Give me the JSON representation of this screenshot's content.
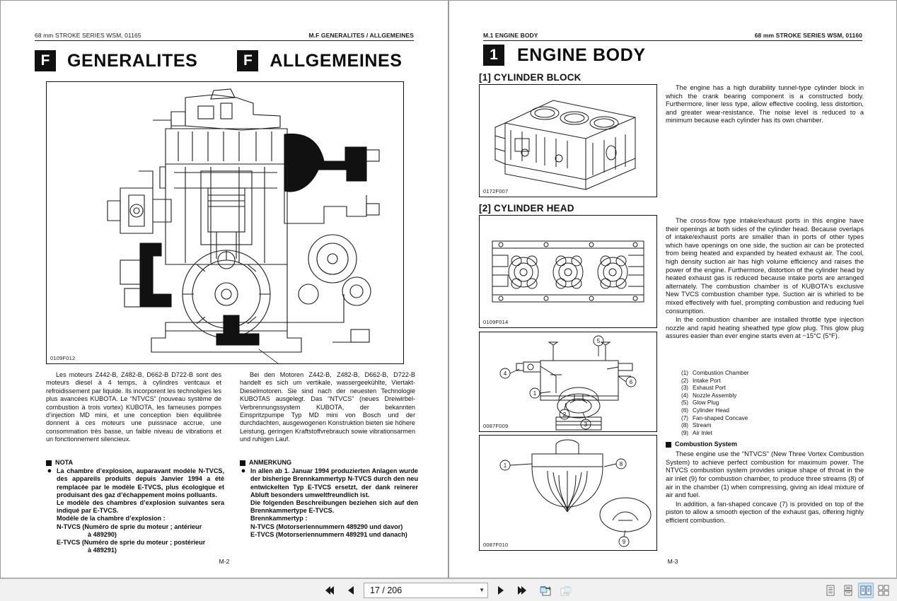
{
  "viewer": {
    "toolbar": {
      "first_page_button": "first-page",
      "prev_page_button": "previous-page",
      "next_page_button": "next-page",
      "last_page_button": "last-page",
      "page_indicator": "17 / 206",
      "page_placeholder": "17 / 206",
      "dropdown_caret": "▼",
      "bookmark_add_button": "add-bookmark",
      "bookmark_remove_button": "remove-bookmark",
      "view_modes": [
        {
          "name": "single-page-continuous",
          "selected": false
        },
        {
          "name": "single-page",
          "selected": false
        },
        {
          "name": "two-page",
          "selected": true
        },
        {
          "name": "two-page-continuous",
          "selected": false
        }
      ]
    }
  },
  "left_page": {
    "header_left": "68 mm STROKE SERIES  WSM, 01165",
    "header_right": "M.F  GENERALITES / ALLGEMEINES",
    "title_fr_badge": "F",
    "title_fr": "GENERALITES",
    "title_de_badge": "F",
    "title_de": "ALLGEMEINES",
    "figure_caption": "0109F012",
    "french": {
      "paragraph": "Les moteurs Z442-B, Z482-B, D662-B D722-B sont des moteurs diesel à 4 temps, à cylindres veritcaux et refroidissement par liquide. Ils incorporent les technoligies les plus avancées KUBOTA. Le “NTVCS” (nouveau système de combustion à trois vortex) KUBOTA, les fameuses pompes d’injection MD mini, et une conception bien équilibrée donnent à ces moteurs une puissnace accrue, une consommation très basse, un faible niveau de vibrations et un fonctionnement silencieux.",
      "note_heading": "NOTA",
      "note_bullet": "La chambre d’explosion, auparavant modèle N-TVCS, des appareils produits depuis Janvier 1994 a été remplacée par le modèle E-TVCS, plus écologique et produisant des gaz d’échappement moins polluants.",
      "note_line2": "Le modèle des chambres d’explosion suivantes sera indiqué par E-TVCS.",
      "note_line3": "Modèle de la chambre d’explosion :",
      "note_line4": "N-TVCS (Numéro de sprie du moteur ; antérieur",
      "note_line4b": "à 489290)",
      "note_line5": "E-TVCS (Numéro de sprie du moteur ; postérieur",
      "note_line5b": "à 489291)"
    },
    "german": {
      "paragraph": "Bei den Motoren Z442-B, Z482-B, D662-B, D722-B handelt es sich um vertikale, wassergeekühlte, Viertakt-Dieselmotoren.  Sie sind nach der neuesten Technologie KUBOTAS ausgelegt.  Das “NTVCS” (neues Dreiwirbel-Verbrennungssystem KUBOTA, der bekannten Einspritzpumpe Typ MD mini von Bosch und der durchdachten, ausgewogenen Konstruktion bieten sie höhere Leistung, geringen Kraftstoffvrebrauch sowie vibrationsarmen und ruhigen Lauf.",
      "note_heading": "ANMERKUNG",
      "note_bullet": "In allen ab 1. Januar 1994 produzierten Anlagen wurde der bisherige Brennkammertyp N-TVCS durch den neu entwickelten Typ E-TVCS ersetzt, der dank reinerer Abluft besonders umweltfreundlich ist.",
      "note_line2": "Die folgenden Beschreibungen beziehen sich auf den Brennkammertype E-TVCS.",
      "note_line3": "Brennkammertyp :",
      "note_line4": "N-TVCS (Motorseriennummern 489290 und davor)",
      "note_line5": "E-TVCS (Motorseriennummern 489291 und danach)"
    },
    "page_number": "M-2"
  },
  "right_page": {
    "header_left": "M.1  ENGINE BODY",
    "header_right": "68 mm STROKE SERIES  WSM, 01160",
    "title_badge": "1",
    "title": "ENGINE  BODY",
    "section1_heading": "[1] CYLINDER BLOCK",
    "section2_heading": "[2] CYLINDER HEAD",
    "figure1_caption": "0172F007",
    "figure2_caption": "0109F014",
    "figure3_caption": "0087F009",
    "figure4_caption": "0087F010",
    "block_text": "The engine has a high durability tunnel-type cylinder block in which the crank bearing component is a constructed body.  Furthermore, liner less type, allow effective cooling, less distortion, and greater wear-resistance.  The noise level is reduced to a minimum because each cylinder has its own chamber.",
    "head_text_p1": "The cross-flow type intake/exhaust ports in this engine have their openings at both sides of the cylinder head.  Because overlaps of intake/exhaust ports are smaller than in ports of other types which have openings on one side, the suction air can be protected from being heated and expanded by heated exhaust air.  The cool, high density suction air has high volume efficiency and raises the power of the engine.  Furthermore, distortion of the cylinder head by heated exhaust gas is reduced because intake ports are arranged alternately.  The combustion chamber is of KUBOTA's exclusive New TVCS combustion chamber type.  Suction air is whirled to be mixed effectively with fuel, prompting combustion and reducing fuel consumption.",
    "head_text_p2": "In the combustion chamber are installed throttle type injection nozzle and rapid heating sheathed type glow plug.  This glow plug assures easier than ever engine starts even at −15°C (5°F).",
    "callouts": [
      {
        "n": "(1)",
        "label": "Combustion Chamber"
      },
      {
        "n": "(2)",
        "label": "Intake Port"
      },
      {
        "n": "(3)",
        "label": "Exhaust Port"
      },
      {
        "n": "(4)",
        "label": "Nozzle Assembly"
      },
      {
        "n": "(5)",
        "label": "Glow Plug"
      },
      {
        "n": "(6)",
        "label": "Cylinder Head"
      },
      {
        "n": "(7)",
        "label": "Fan-shaped Concave"
      },
      {
        "n": "(8)",
        "label": "Stream"
      },
      {
        "n": "(9)",
        "label": "Air Inlet"
      }
    ],
    "combustion_heading": "Combustion System",
    "combustion_p1": "These engine use the \"NTVCS\" (New Three Vortex Combustion System) to achieve perfect combustion for maximum power. The NTVCS combustion system provides unique shape of throat in the air inlet (9) for combustion chamber, to produce three streams (8) of air in the chamber (1) when compressing, giving an ideal mixture of air and fuel.",
    "combustion_p2": "In addition, a fan-shaped concave (7) is provided on top of the piston to allow a smooth ejection of the exhaust gas, offering highly efficient combustion.",
    "page_number": "M-3"
  }
}
